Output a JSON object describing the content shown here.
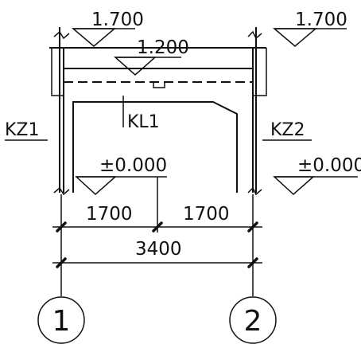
{
  "elevations": {
    "top_left": "1.700",
    "top_right": "1.700",
    "beam_top": "1.200",
    "ground_left": "±0.000",
    "ground_right": "±0.000"
  },
  "labels": {
    "left_column": "KZ1",
    "right_column": "KZ2",
    "beam": "KL1"
  },
  "dimensions": {
    "span_left": "1700",
    "span_right": "1700",
    "total": "3400"
  },
  "axes": {
    "axis_1": "1",
    "axis_2": "2"
  }
}
